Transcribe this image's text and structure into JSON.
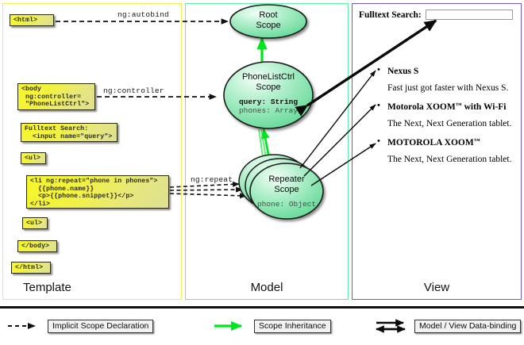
{
  "panels": {
    "template": {
      "title": "Template",
      "border_color": "#f2ee4e"
    },
    "model": {
      "title": "Model",
      "border_color": "#5bf0a5"
    },
    "view": {
      "title": "View",
      "border_color": "#6a5bdd"
    }
  },
  "template_boxes": {
    "html_open": "<html>",
    "body_open": "<body\n ng:controller=\n \"PhoneListCtrl\">",
    "search": "Fulltext Search:\n  <input name=\"query\">",
    "ul_open": "<ul>",
    "li_block": "<li ng:repeat=\"phone in phones\">\n  {{phone.name}}\n  <p>{{phone.snippet}}</p>\n</li>",
    "ul_close": "<ul>",
    "body_close": "</body>",
    "html_close": "</html>"
  },
  "edge_labels": {
    "autobind": "ng:autobind",
    "controller": "ng:controller",
    "repeat": "ng:repeat"
  },
  "model_scopes": [
    {
      "name": "root",
      "line1": "Root",
      "line2": "Scope",
      "props": []
    },
    {
      "name": "phonelistctrl",
      "line1": "PhoneListCtrl",
      "line2": "Scope",
      "props": [
        {
          "text": "query: String",
          "bold": true
        },
        {
          "text": "phones: Array",
          "bold": false
        }
      ]
    },
    {
      "name": "repeater",
      "line1": "Repeater",
      "line2": "Scope",
      "props": [
        {
          "text": "phone: Object",
          "bold": false
        }
      ]
    }
  ],
  "view": {
    "search_label": "Fulltext Search:",
    "search_value": "",
    "search_placeholder": "",
    "phones": [
      {
        "name": "Nexus S",
        "tm": "",
        "suffix": "",
        "snippet": "Fast just got faster with Nexus S."
      },
      {
        "name": "Motorola XOOM",
        "tm": "™",
        "suffix": " with Wi-Fi",
        "snippet": "The Next, Next Generation tablet."
      },
      {
        "name": "MOTOROLA XOOM",
        "tm": "™",
        "suffix": "",
        "snippet": "The Next, Next Generation tablet."
      }
    ]
  },
  "legend": [
    {
      "name": "implicit-scope-declaration",
      "label": "Implicit Scope Declaration",
      "art": "dashed-arrow",
      "color": "#111111"
    },
    {
      "name": "scope-inheritance",
      "label": "Scope Inheritance",
      "art": "green-arrow",
      "color": "#00e61e"
    },
    {
      "name": "model-view-data-binding",
      "label": "Model / View Data-binding",
      "art": "double-arrow",
      "color": "#111111"
    }
  ],
  "colors": {
    "code_box_fill": "#f2f143",
    "scope_fill_light": "#e8fbef",
    "scope_fill_dark": "#66dd96",
    "inheritance_arrow": "#00e61e",
    "binding_arrow": "#111111"
  }
}
